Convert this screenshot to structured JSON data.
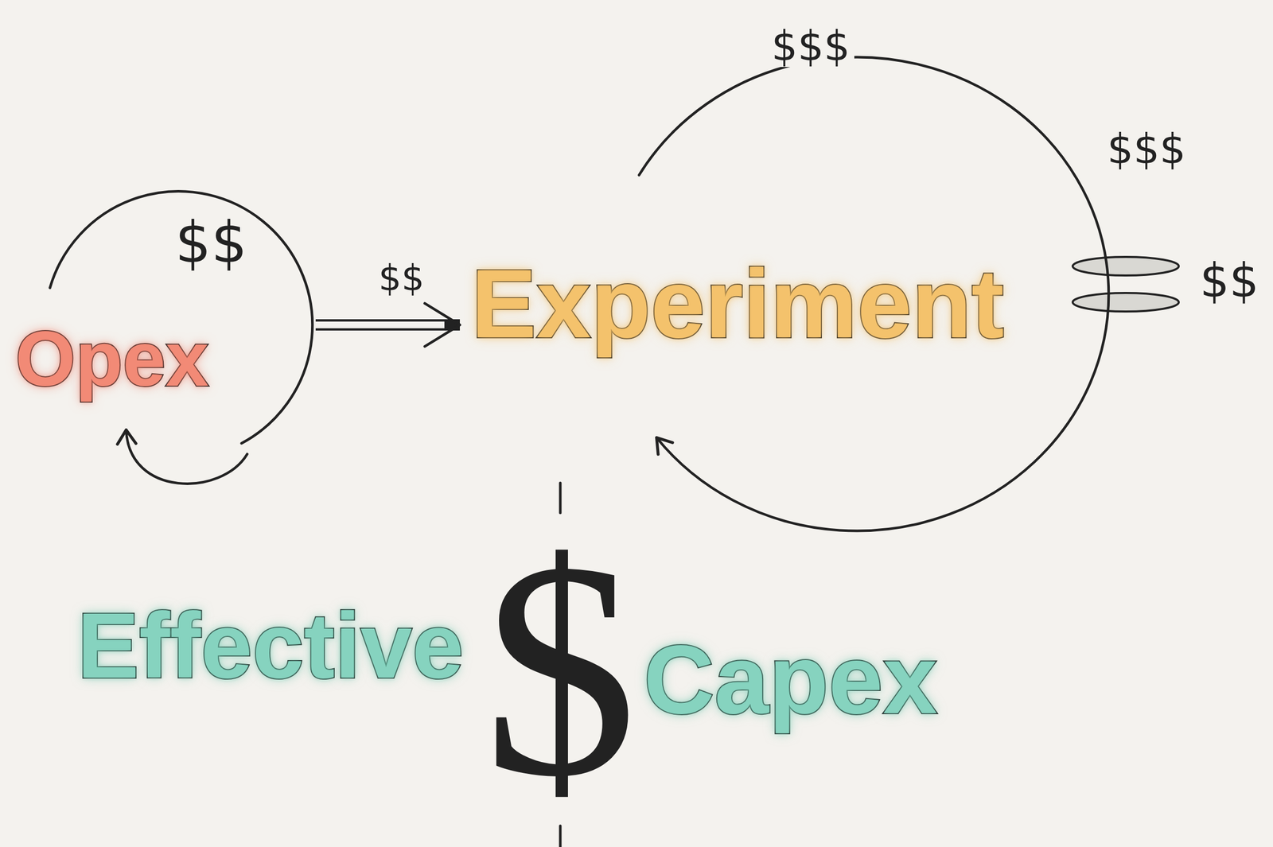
{
  "diagram": {
    "nodes": [
      {
        "text": [
          "$$",
          "Opex"
        ]
      },
      {
        "text": [
          "Experiment"
        ]
      }
    ],
    "edges": [
      {
        "from": 0,
        "to": 1,
        "arrow": "to"
      }
    ],
    "labels": [
      "$$$",
      "$$$",
      "$$",
      "$$",
      "Effective",
      "$",
      "Capex"
    ]
  }
}
